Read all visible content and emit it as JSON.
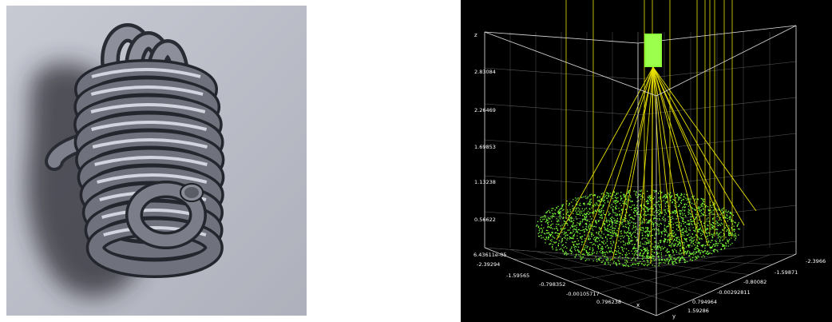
{
  "panels": {
    "left": {
      "subject": "3D coiled tube model render"
    },
    "right": {
      "z_axis": {
        "label": "z",
        "ticks": [
          "2.83084",
          "2.26469",
          "1.69853",
          "1.13238",
          "0.56622",
          "6.43611e-05"
        ]
      },
      "x_axis": {
        "label": "x",
        "ticks": [
          "-2.39294",
          "-1.59565",
          "-0.798352",
          "-0.00105717",
          "0.796238"
        ]
      },
      "y_axis": {
        "label": "y",
        "ticks": [
          "-2.3966",
          "-1.59871",
          "-0.80082",
          "-0.00292811",
          "0.794964",
          "1.59286"
        ]
      },
      "colors": {
        "points": "#7cff3a",
        "rays": "#e8e000",
        "grid": "#5a5a5a",
        "background": "#000000"
      }
    }
  }
}
